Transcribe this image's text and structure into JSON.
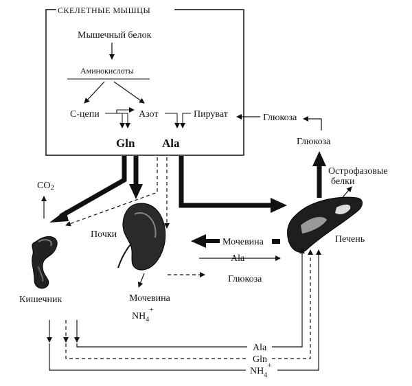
{
  "muscle": {
    "title": "СКЕЛЕТНЫЕ МЫШЦЫ",
    "protein": "Мышечный белок",
    "amino_acids": "Аминокислоты",
    "c_chains": "С-цепи",
    "nitrogen": "Азот",
    "pyruvate": "Пируват",
    "gln": "Gln",
    "ala": "Ala"
  },
  "liver_side": {
    "glucose_in": "Глюкоза",
    "glucose_out": "Глюкоза",
    "acute_phase_1": "Острофазовые",
    "acute_phase_2": "белки",
    "liver": "Печень",
    "urea": "Мочевина"
  },
  "kidney_side": {
    "kidneys": "Почки",
    "urea": "Мочевина",
    "nh4": "NH",
    "nh4_sub": "4",
    "nh4_sup": "+",
    "ala": "Ala",
    "glucose": "Глюкоза"
  },
  "gut_side": {
    "intestine": "Кишечник",
    "co2": "CO",
    "co2_sub": "2"
  },
  "bottom": {
    "ala": "Ala",
    "gln": "Gln",
    "nh4": "NH",
    "nh4_sub": "4",
    "nh4_sup": "+"
  }
}
